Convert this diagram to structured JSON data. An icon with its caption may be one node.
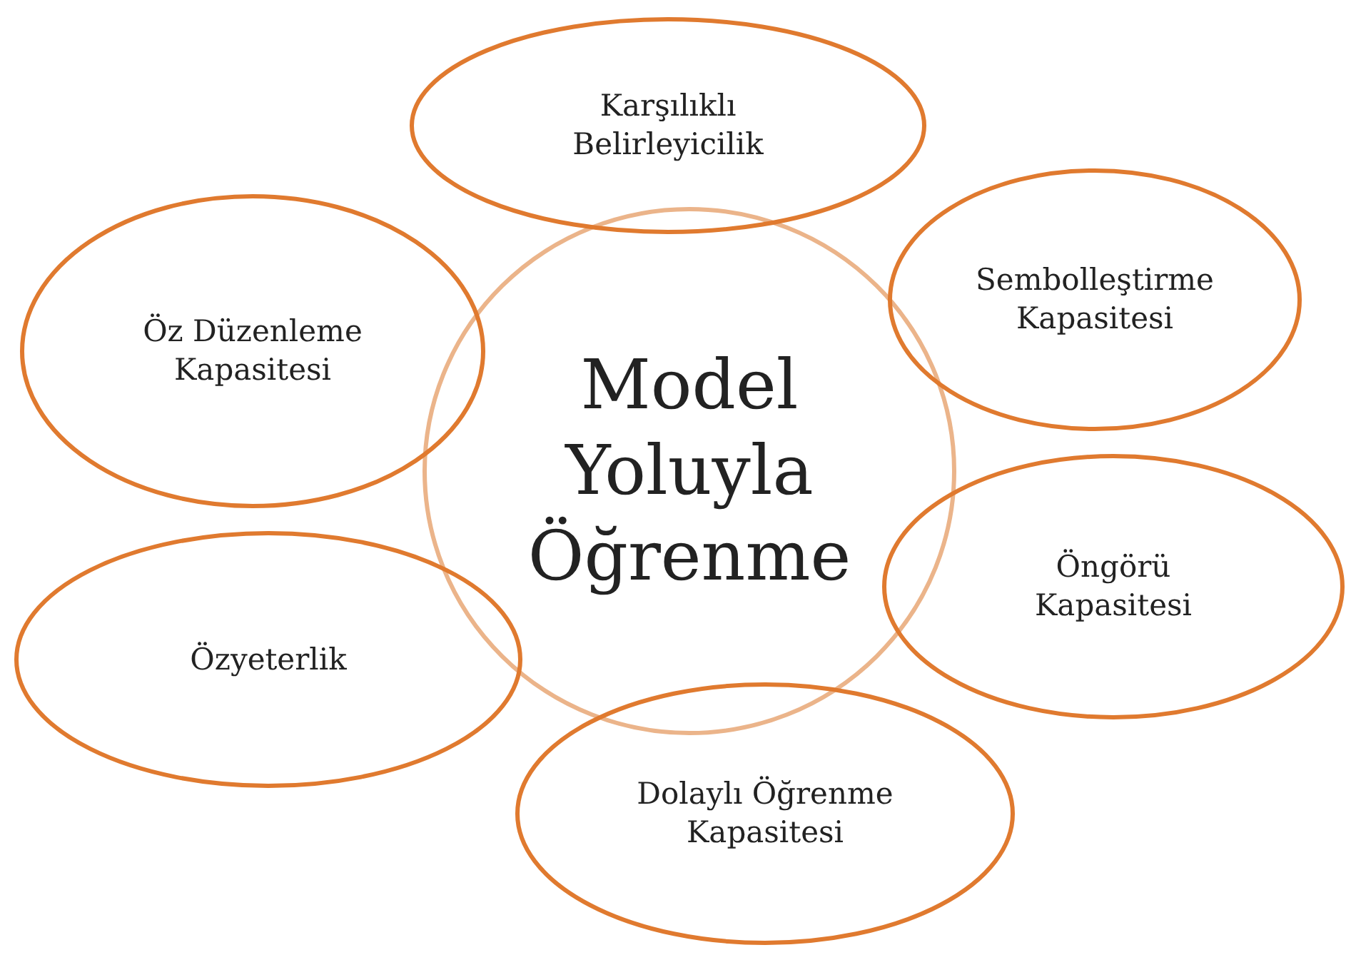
{
  "diagram": {
    "nodes": [
      {
        "text": [
          "Model Yoluyla Öğrenme"
        ]
      },
      {
        "text": [
          "Karşılıklı Belirleyicilik"
        ]
      },
      {
        "text": [
          "Sembolleştirme Kapasitesi"
        ]
      },
      {
        "text": [
          "Öz Düzenleme Kapasitesi"
        ]
      },
      {
        "text": [
          "Öngörü Kapasitesi"
        ]
      },
      {
        "text": [
          "Özyeterlik"
        ]
      },
      {
        "text": [
          "Dolaylı Öğrenme Kapasitesi"
        ]
      }
    ]
  }
}
